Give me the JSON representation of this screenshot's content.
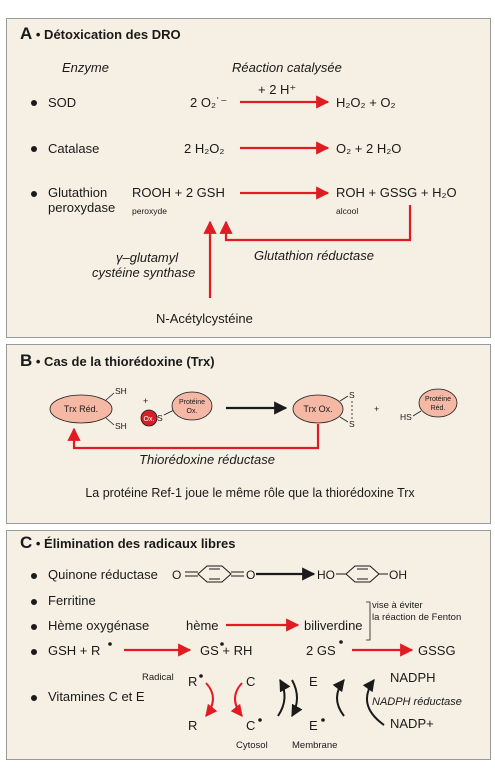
{
  "colors": {
    "accent_red": "#e11b22",
    "panel_bg": "#f6f0e4",
    "ellipse_fill": "#f5b8a4",
    "dark": "#1a1a1a"
  },
  "sectionA": {
    "letter": "A",
    "title": " • Détoxication des DRO",
    "col_enzyme": "Enzyme",
    "col_reaction": "Réaction catalysée",
    "sod": {
      "name": "SOD",
      "left": "2 O₂˙⁻",
      "above": "+ 2 H⁺",
      "right": "H₂O₂ + O₂"
    },
    "catalase": {
      "name": "Catalase",
      "left": "2 H₂O₂",
      "right": "O₂ + 2 H₂O"
    },
    "gpx": {
      "name_line1": "Glutathion",
      "name_line2": "peroxydase",
      "left": "ROOH + 2 GSH",
      "left_sub": "peroxyde",
      "right": "ROH + GSSG + H₂O",
      "right_sub": "alcool"
    },
    "gcs_line1": "γ–glutamyl",
    "gcs_line2": "cystéine synthase",
    "gr": "Glutathion réductase",
    "nac": "N-Acétylcystéine"
  },
  "sectionB": {
    "letter": "B",
    "title": " • Cas de la thiorédoxine (Trx)",
    "trx_red": "Trx Réd.",
    "sh": "SH",
    "plus": "+",
    "ox": "Ox.",
    "s": "S",
    "prot_ox_1": "Protéine",
    "prot_ox_2": "Ox.",
    "trx_ox": "Trx Ox.",
    "hs": "HS",
    "prot_red_1": "Protéine",
    "prot_red_2": "Réd.",
    "reductase": "Thiorédoxine réductase",
    "ref1": "La protéine Ref-1 joue le même rôle que la thiorédoxine Trx"
  },
  "sectionC": {
    "letter": "C",
    "title": " • Élimination des radicaux libres",
    "quinone": "Quinone réductase",
    "quinone_o": "O",
    "hq_left": "HO",
    "hq_right": "OH",
    "ferritine": "Ferritine",
    "heme_enzyme": "Hème oxygénase",
    "heme": "hème",
    "biliverdine": "biliverdine",
    "fenton_1": "vise à éviter",
    "fenton_2": "la réaction de Fenton",
    "gsh_r": "GSH + R",
    "gs_rh": "GS + RH",
    "two_gs": "2 GS",
    "gssg": "GSSG",
    "vitamins": "Vitamines C et E",
    "radical": "Radical",
    "r_top": "R",
    "r_bot": "R",
    "c_top": "C",
    "c_bot": "C",
    "e_top": "E",
    "e_bot": "E",
    "cytosol": "Cytosol",
    "membrane": "Membrane",
    "nadph": "NADPH",
    "nadph_red": "NADPH réductase",
    "nadp": "NADP+"
  }
}
